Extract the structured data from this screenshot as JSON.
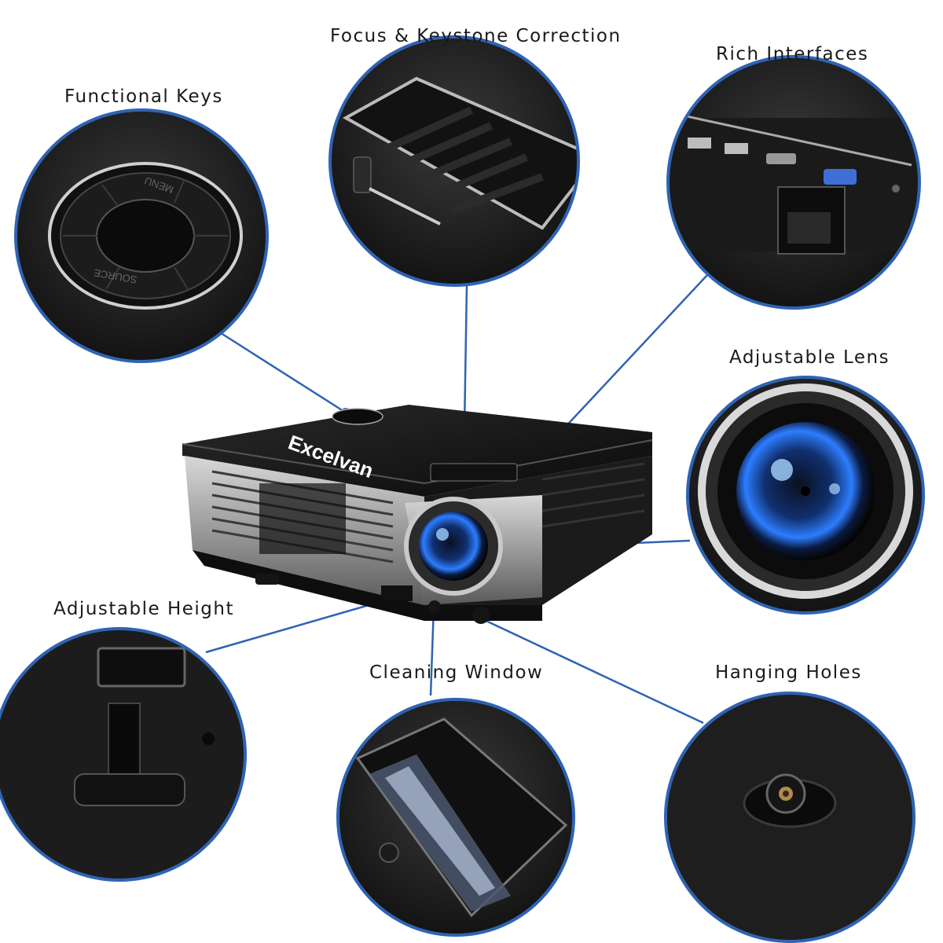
{
  "colors": {
    "connector": "#2f63b3",
    "background": "#ffffff",
    "label_text": "#1a1a1a",
    "lens_glow": "#2d7dff"
  },
  "brand": {
    "logo_text": "Excelvan"
  },
  "callouts": {
    "functional_keys": "Functional Keys",
    "focus_keystone": "Focus & Keystone Correction",
    "rich_interfaces": "Rich Interfaces",
    "adjustable_lens": "Adjustable Lens",
    "adjustable_height": "Adjustable Height",
    "cleaning_window": "Cleaning Window",
    "hanging_holes": "Hanging Holes"
  },
  "keypad": {
    "source_label": "SOURCE",
    "menu_label": "MENU"
  }
}
